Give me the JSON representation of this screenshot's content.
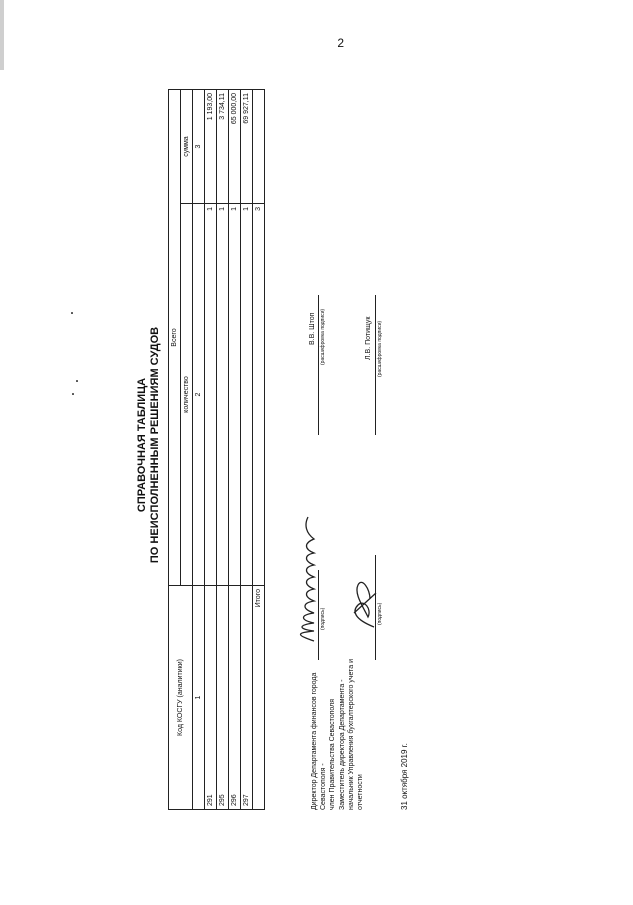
{
  "page_number": "2",
  "title": {
    "line1": "СПРАВОЧНАЯ ТАБЛИЦА",
    "line2": "ПО НЕИСПОЛНЕННЫМ РЕШЕНИЯМ СУДОВ"
  },
  "table": {
    "header_code": "Код КОСГУ (аналитики)",
    "header_total": "Всего",
    "header_qty": "количество",
    "header_sum": "сумма",
    "colnum_1": "1",
    "colnum_2": "2",
    "colnum_3": "3",
    "rows": [
      {
        "code": "291",
        "qty": "1",
        "sum": "1 193,00"
      },
      {
        "code": "295",
        "qty": "1",
        "sum": "3 734,11"
      },
      {
        "code": "296",
        "qty": "1",
        "sum": "65 000,00"
      },
      {
        "code": "297",
        "qty": "1",
        "sum": "69 927,11"
      }
    ],
    "total_label": "Итого",
    "total_qty": "3"
  },
  "signatures": {
    "director_line1": "Директор Департамента финансов города",
    "director_line2": "Севастополя -",
    "director_line3": "член Правительства Севастополя",
    "director_caption": "(подпись)",
    "director_name": "В.В. Штоп",
    "director_name_caption": "(расшифровка подписи)",
    "deputy_line1": "Заместитель директора Департамента -",
    "deputy_line2": "начальник Управления бухгалтерского учета и",
    "deputy_line3": "отчетности",
    "deputy_caption": "(подпись)",
    "deputy_name": "Л.В. Потищук",
    "deputy_name_caption": "(расшифровка подписи)"
  },
  "date": "31 октября 2019 г."
}
